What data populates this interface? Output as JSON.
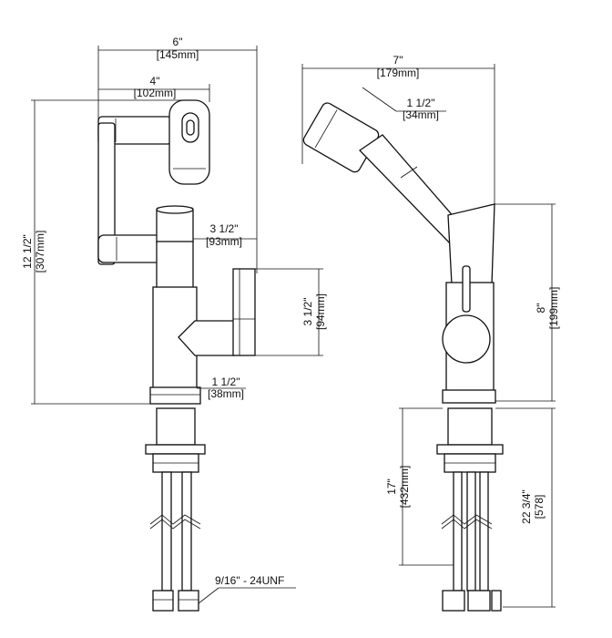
{
  "dimensions": {
    "front_width_in": "6\"",
    "front_width_mm": "[145mm]",
    "front_spout_in": "4\"",
    "front_spout_mm": "[102mm]",
    "front_height_in": "12 1/2\"",
    "front_height_mm": "[307mm]",
    "front_reach_in": "3 1/2\"",
    "front_reach_mm": "[93mm]",
    "handle_height_in": "3 1/2\"",
    "handle_height_mm": "[94mm]",
    "base_dia_in": "1 1/2\"",
    "base_dia_mm": "[38mm]",
    "side_width_in": "7\"",
    "side_width_mm": "[179mm]",
    "spray_head_in": "1 1/2\"",
    "spray_head_mm": "[34mm]",
    "side_height_in": "8\"",
    "side_height_mm": "[199mm]",
    "shank_in": "17\"",
    "shank_mm": "[432mm]",
    "hose_in": "22 3/4\"",
    "hose_mm": "[578]",
    "thread_label": "9/16\" - 24UNF"
  }
}
